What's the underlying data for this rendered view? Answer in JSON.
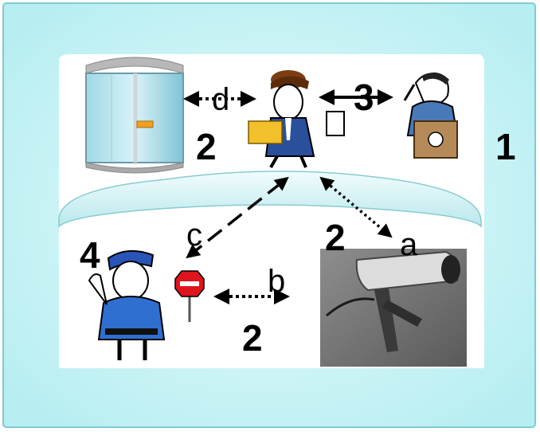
{
  "labels": {
    "outer_zone": "1",
    "door_zone": "2",
    "officer_zone": "3",
    "camera_zone": "2",
    "bottom_zone": "2",
    "guard_zone": "4",
    "link_a": "a",
    "link_b": "b",
    "link_c": "c",
    "link_d": "d"
  },
  "icons": [
    "revolving-door",
    "courier-person",
    "official-at-podium",
    "security-guard",
    "security-camera"
  ],
  "colors": {
    "frame": "#c2f2f4",
    "frame_edge": "#7fcbd3",
    "shelf": "#d4f1f3",
    "shelf_edge": "#86cbd2",
    "arrow": "#000000"
  }
}
